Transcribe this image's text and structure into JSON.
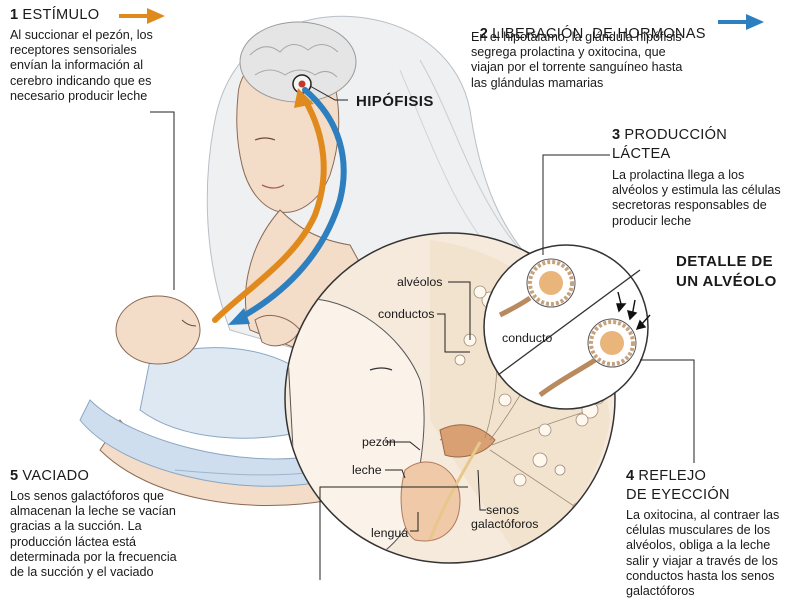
{
  "steps": [
    {
      "num": "1",
      "title": "ESTÍMULO",
      "text": "Al succionar el pezón, los receptores sensoriales envían la información al cerebro indicando que es necesario producir leche"
    },
    {
      "num": "2",
      "title": "LIBERACIÓN  DE HORMONAS",
      "text": "En el hipotálamo, la glándula hipófisis segrega prolactina y oxitocina, que viajan por el torrente sanguíneo hasta las glándulas mamarias"
    },
    {
      "num": "3",
      "title_line1": "PRODUCCIÓN",
      "title_line2": "LÁCTEA",
      "text": "La prolactina llega a los alvéolos y estimula las células secretoras responsables de producir leche"
    },
    {
      "num": "4",
      "title_line1": "REFLEJO",
      "title_line2": "DE EYECCIÓN",
      "text": "La oxitocina, al contraer las células musculares de los alvéolos, obliga a la leche salir y viajar a través de los conductos hasta los senos galactóforos"
    },
    {
      "num": "5",
      "title": "VACIADO",
      "text": "Los senos galactóforos que almacenan la leche se vacían gracias a la succión. La producción láctea está determinada por la frecuencia de la succión y el vaciado"
    }
  ],
  "labels": {
    "hipofisis": "HIPÓFISIS",
    "detalle_line1": "DETALLE DE",
    "detalle_line2": "UN ALVÉOLO",
    "alveolos": "alvéolos",
    "conductos": "conductos",
    "conducto": "conducto",
    "pezon": "pezón",
    "leche": "leche",
    "lengua": "lengua",
    "senos_line1": "senos",
    "senos_line2": "galactóforos"
  },
  "colors": {
    "orange_arrow": "#e08a1e",
    "blue_arrow": "#2e7fbf",
    "text": "#1a1a1a",
    "skin": "#f3dcc8",
    "alveolus": "#e9b57a"
  }
}
